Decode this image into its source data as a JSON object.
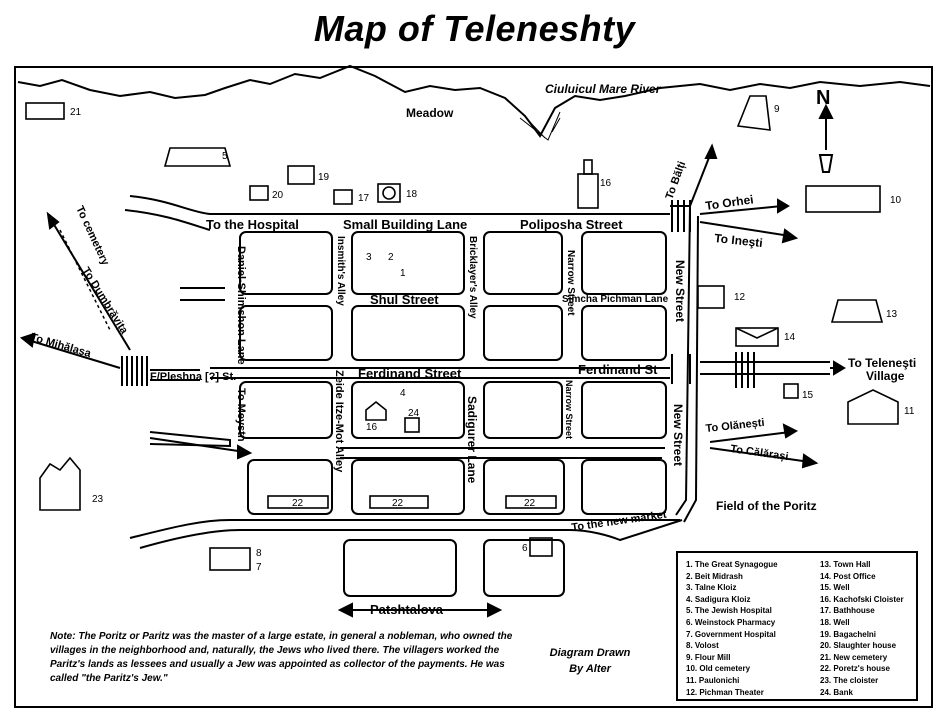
{
  "title": "Map of Teleneshty",
  "labels": {
    "river": "Ciuluicul Mare River",
    "meadow": "Meadow",
    "north": "N",
    "to_hospital": "To the Hospital",
    "small_building_lane": "Small Building Lane",
    "poliposha": "Poliposha Street",
    "to_balti": "To Bălți",
    "to_orhei": "To Orhei",
    "to_inesti": "To Ineşti",
    "to_cemetery": "To cemetery",
    "to_dumbravita": "To Dumbrăvița",
    "to_mihalasa": "To Mihălaşa",
    "daniel": "Daniel-Shimshon Lane",
    "insmith": "Insmith's Alley",
    "bricklayers": "Bricklayer's Alley",
    "narrow1": "Narrow Street",
    "new1": "New Street",
    "shul": "Shul Street",
    "simcha": "Simcha Pichman Lane",
    "fpleshna": "F/Pleshna [?] St.",
    "ferdinand": "Ferdinand Street",
    "ferdinand_st": "Ferdinand St",
    "to_telenesti": "To Teleneşti",
    "village": "Village",
    "zeide": "Zeide Itze-Mot Alley",
    "sadigurer": "Sadigurer Lane",
    "narrow2": "Narrow Street",
    "new2": "New Street",
    "to_meystn": "To Meystn",
    "to_olanesti": "To Olănești",
    "to_calarasi": "To Călărași",
    "field": "Field of the Poritz",
    "to_new_market": "To the new market",
    "patshtalova": "Patshtalova"
  },
  "numbers": [
    "1",
    "2",
    "3",
    "4",
    "5",
    "6",
    "7",
    "8",
    "9",
    "10",
    "11",
    "11",
    "12",
    "13",
    "14",
    "15",
    "16",
    "16",
    "17",
    "18",
    "19",
    "20",
    "21",
    "22",
    "22",
    "22",
    "23",
    "24"
  ],
  "note": "Note: The Poritz or Paritz was the master of a large estate, in general a nobleman, who owned the villages in the neighborhood and, naturally, the Jews who lived there. The villagers worked the Paritz's lands as lessees and usually a Jew was appointed as collector of the payments. He was called \"the Paritz's Jew.\"",
  "credit": [
    "Diagram Drawn",
    "By Alter"
  ],
  "legend_left": [
    "1. The Great Synagogue",
    "2. Beit Midrash",
    "3. Talne Kloiz",
    "4. Sadigura Kloiz",
    "5. The Jewish Hospital",
    "6. Weinstock Pharmacy",
    "7. Government Hospital",
    "8. Volost",
    "9. Flour Mill",
    "10. Old cemetery",
    "11. Paulonichi",
    "12. Pichman Theater"
  ],
  "legend_right": [
    "13. Town Hall",
    "14. Post Office",
    "15. Well",
    "16. Kachofski Cloister",
    "17. Bathhouse",
    "18. Well",
    "19. Bagachelni",
    "20. Slaughter house",
    "21. New cemetery",
    "22. Poretz's house",
    "23. The cloister",
    "24. Bank"
  ]
}
